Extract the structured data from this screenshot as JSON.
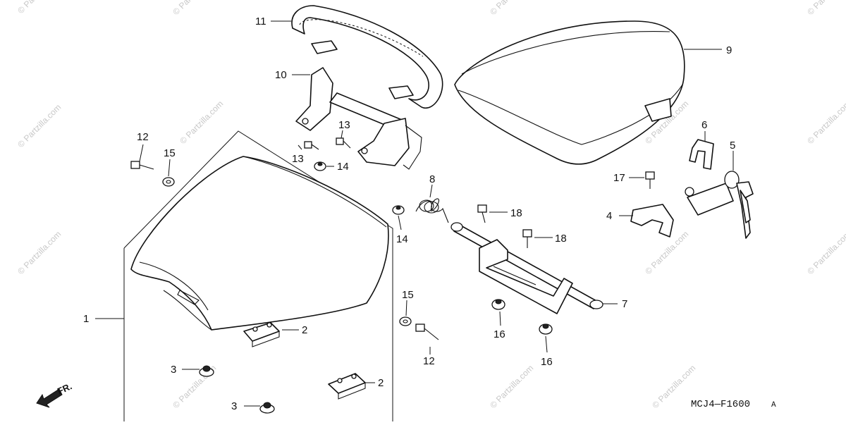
{
  "diagram": {
    "diagram_code": "MCJ4—F1600",
    "diagram_code_suffix": "A",
    "front_indicator": "FR.",
    "watermark": "© Partzilla.com",
    "callouts": {
      "c1": "1",
      "c2a": "2",
      "c2b": "2",
      "c3a": "3",
      "c3b": "3",
      "c4": "4",
      "c5": "5",
      "c6": "6",
      "c7": "7",
      "c8": "8",
      "c9": "9",
      "c10": "10",
      "c11": "11",
      "c12a": "12",
      "c12b": "12",
      "c13a": "13",
      "c13b": "13",
      "c14a": "14",
      "c14b": "14",
      "c15a": "15",
      "c15b": "15",
      "c16a": "16",
      "c16b": "16",
      "c17": "17",
      "c18a": "18",
      "c18b": "18"
    }
  }
}
